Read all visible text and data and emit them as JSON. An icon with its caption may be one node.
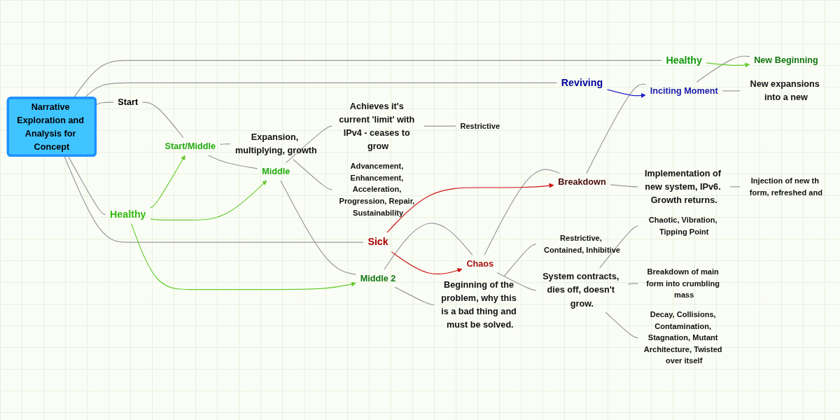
{
  "diagram": {
    "nodes": [
      {
        "text": [
          "Narrative Exploration and Analysis for Concept"
        ]
      },
      {
        "text": [
          "Healthy"
        ]
      },
      {
        "text": [
          "Sick"
        ]
      },
      {
        "text": [
          "Reviving"
        ]
      },
      {
        "text": [
          "Healthy"
        ]
      },
      {
        "text": [
          "Start"
        ]
      },
      {
        "text": [
          "Start/Middle"
        ]
      },
      {
        "text": [
          "Middle"
        ]
      },
      {
        "text": [
          "Middle 2"
        ]
      },
      {
        "text": [
          "Chaos"
        ]
      },
      {
        "text": [
          "Breakdown"
        ]
      },
      {
        "text": [
          "Inciting Moment"
        ]
      },
      {
        "text": [
          "New Beginning"
        ]
      },
      {
        "text": [
          "New expansions into a new"
        ]
      },
      {
        "text": [
          "Implementation of new system, IPv6. Growth returns."
        ]
      },
      {
        "text": [
          "Injection of new th form, refreshed and"
        ]
      },
      {
        "text": [
          "System contracts, dies off, doesn't grow."
        ]
      },
      {
        "text": [
          "Chaotic, Vibration, Tipping Point"
        ]
      },
      {
        "text": [
          "Breakdown of main form into crumbling mass"
        ]
      },
      {
        "text": [
          "Decay, Collisions, Contamination, Stagnation, Mutant Architecture, Twisted over itself"
        ]
      },
      {
        "text": [
          "Beginning of the problem, why this is a bad thing and must be solved."
        ]
      },
      {
        "text": [
          "Restrictive, Contained, Inhibitive"
        ]
      },
      {
        "text": [
          "Achieves it's current 'limit' with IPv4 - ceases to grow"
        ]
      },
      {
        "text": [
          "Restrictive"
        ]
      },
      {
        "text": [
          "Expansion, multiplying, growth"
        ]
      },
      {
        "text": [
          "Advancement, Enhancement, Acceleration, Progression, Repair, Sustainability"
        ]
      }
    ],
    "edges": [
      {
        "from": 0,
        "to": 1,
        "arrow": "none"
      },
      {
        "from": 0,
        "to": 2,
        "arrow": "none"
      },
      {
        "from": 0,
        "to": 3,
        "arrow": "none"
      },
      {
        "from": 0,
        "to": 4,
        "arrow": "none"
      },
      {
        "from": 0,
        "to": 5,
        "arrow": "none"
      },
      {
        "from": 5,
        "to": 6,
        "arrow": "none"
      },
      {
        "from": 6,
        "to": 7,
        "arrow": "none"
      },
      {
        "from": 7,
        "to": 8,
        "arrow": "none"
      },
      {
        "from": 8,
        "to": 9,
        "arrow": "none"
      },
      {
        "from": 9,
        "to": 10,
        "arrow": "none"
      },
      {
        "from": 10,
        "to": 11,
        "arrow": "none"
      },
      {
        "from": 11,
        "to": 12,
        "arrow": "none"
      },
      {
        "from": 11,
        "to": 13,
        "arrow": "none"
      },
      {
        "from": 10,
        "to": 14,
        "arrow": "none"
      },
      {
        "from": 14,
        "to": 15,
        "arrow": "none"
      },
      {
        "from": 9,
        "to": 16,
        "arrow": "none"
      },
      {
        "from": 16,
        "to": 17,
        "arrow": "none"
      },
      {
        "from": 16,
        "to": 18,
        "arrow": "none"
      },
      {
        "from": 16,
        "to": 19,
        "arrow": "none"
      },
      {
        "from": 8,
        "to": 20,
        "arrow": "none"
      },
      {
        "from": 20,
        "to": 21,
        "arrow": "none"
      },
      {
        "from": 7,
        "to": 22,
        "arrow": "none"
      },
      {
        "from": 22,
        "to": 23,
        "arrow": "none"
      },
      {
        "from": 6,
        "to": 24,
        "arrow": "none"
      },
      {
        "from": 24,
        "to": 25,
        "arrow": "none"
      },
      {
        "from": 1,
        "to": 6,
        "arrow": "to",
        "color": "#66cc33"
      },
      {
        "from": 1,
        "to": 7,
        "arrow": "to",
        "color": "#66cc33"
      },
      {
        "from": 1,
        "to": 8,
        "arrow": "to",
        "color": "#66cc33"
      },
      {
        "from": 2,
        "to": 9,
        "arrow": "to",
        "color": "#cc1111"
      },
      {
        "from": 2,
        "to": 10,
        "arrow": "to",
        "color": "#cc1111"
      },
      {
        "from": 3,
        "to": 11,
        "arrow": "to",
        "color": "#2222cc"
      },
      {
        "from": 4,
        "to": 12,
        "arrow": "to",
        "color": "#66cc33"
      }
    ]
  }
}
